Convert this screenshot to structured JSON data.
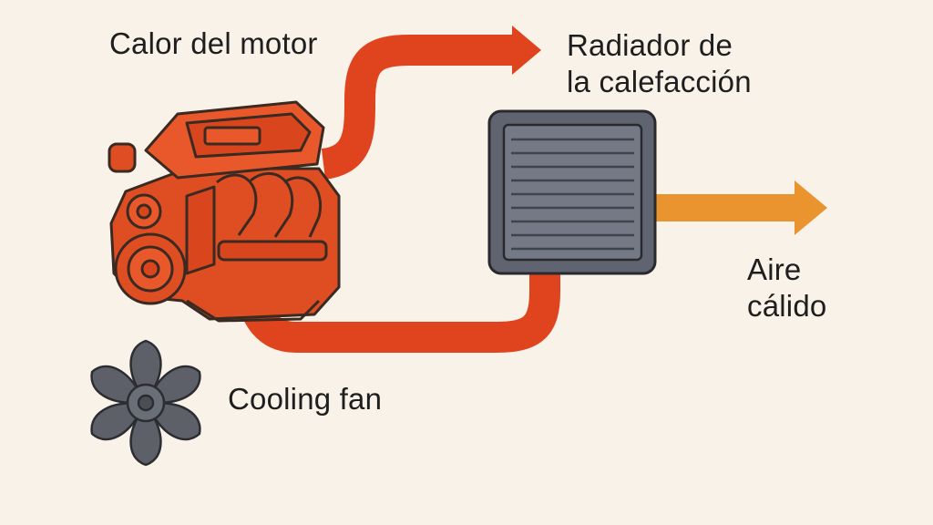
{
  "labels": {
    "engine_heat": "Calor del motor",
    "heater_core_line1": "Radiador de",
    "heater_core_line2": "la calefacción",
    "warm_air_line1": "Aire",
    "warm_air_line2": "cálido",
    "cooling_fan": "Cooling fan"
  },
  "icons": {
    "engine": "engine-icon",
    "heater_core": "heater-core-icon",
    "fan": "fan-icon"
  },
  "colors": {
    "background": "#f8f2e8",
    "hot_flow": "#e0441f",
    "warm_air": "#ea9430",
    "engine": "#df4d22",
    "outline": "#3a2a22",
    "radiator": "#5f6470",
    "fan": "#5d6068"
  }
}
